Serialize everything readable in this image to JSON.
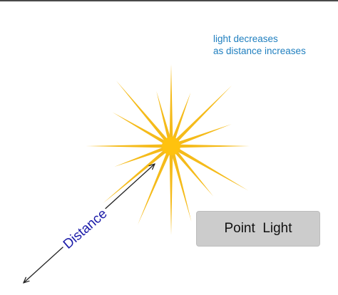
{
  "note": {
    "line1": "light decreases",
    "line2": "as distance increases"
  },
  "legend": {
    "label": "Point  Light"
  },
  "distance": {
    "label": "Distance"
  },
  "colors": {
    "sun_core": "#ffc20e",
    "sun_rays": "#f5bb1a",
    "note_text": "#1f7fbf",
    "distance_text": "#1a1aa8",
    "legend_bg": "#cccccc",
    "arrow": "#222222"
  },
  "icons": {
    "light_source": "sun-icon",
    "arrow": "double-arrow-icon"
  }
}
